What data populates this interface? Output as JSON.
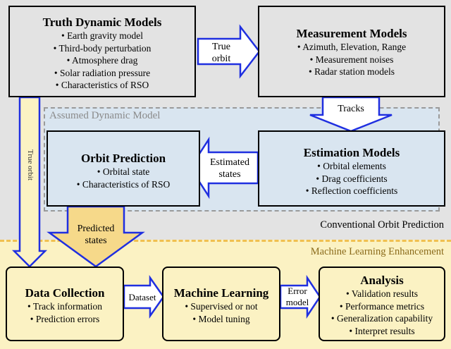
{
  "truth": {
    "title": "Truth Dynamic Models",
    "items": [
      "Earth gravity model",
      "Third-body perturbation",
      "Atmosphere drag",
      "Solar radiation pressure",
      "Characteristics of RSO"
    ]
  },
  "measurement": {
    "title": "Measurement Models",
    "items": [
      "Azimuth, Elevation, Range",
      "Measurement noises",
      "Radar station models"
    ]
  },
  "assumed_label": "Assumed Dynamic Model",
  "orbit_prediction": {
    "title": "Orbit Prediction",
    "items": [
      "Orbital state",
      "Characteristics of RSO"
    ]
  },
  "estimation": {
    "title": "Estimation Models",
    "items": [
      "Orbital elements",
      "Drag coefficients",
      "Reflection coefficients"
    ]
  },
  "conventional_label": "Conventional Orbit Prediction",
  "ml_label": "Machine Learning Enhancement",
  "data_collection": {
    "title": "Data Collection",
    "items": [
      "Track information",
      "Prediction errors"
    ]
  },
  "machine_learning": {
    "title": "Machine Learning",
    "items": [
      "Supervised or not",
      "Model tuning"
    ]
  },
  "analysis": {
    "title": "Analysis",
    "items": [
      "Validation results",
      "Performance metrics",
      "Generalization capability",
      "Interpret results"
    ]
  },
  "arrows": {
    "true_orbit": [
      "True",
      "orbit"
    ],
    "tracks": "Tracks",
    "estimated_states": [
      "Estimated",
      "states"
    ],
    "predicted_states": [
      "Predicted",
      "states"
    ],
    "dataset": "Dataset",
    "error_model": [
      "Error",
      "model"
    ],
    "truth_vertical": "True orbit"
  },
  "colors": {
    "top_region": "#e3e3e3",
    "assumed_region": "#d9e5f0",
    "ml_region": "#fbf2c3",
    "arrow_blue": "#1f2fe0",
    "arrow_yellow": "#f6d98a",
    "ml_label_color": "#8a6a1a"
  }
}
